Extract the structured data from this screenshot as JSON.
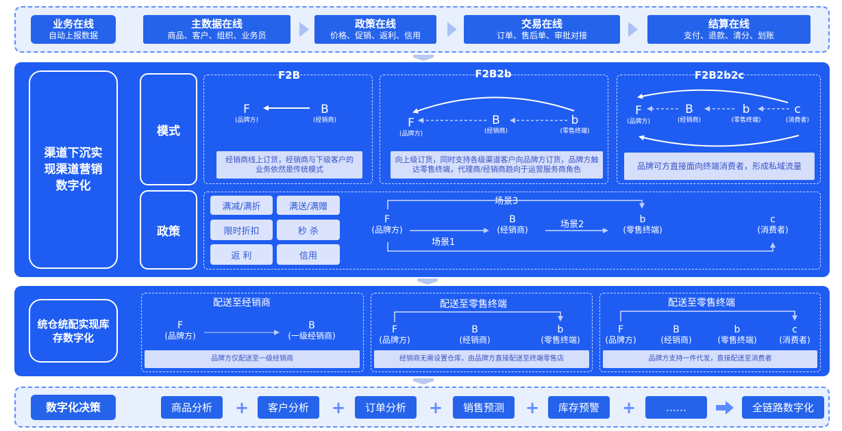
{
  "top": {
    "online": {
      "title": "业务在线",
      "sub": "自动上报数据"
    },
    "stages": [
      {
        "title": "主数据在线",
        "sub": "商品、客户、组织、业务员"
      },
      {
        "title": "政策在线",
        "sub": "价格、促销、返利、信用"
      },
      {
        "title": "交易在线",
        "sub": "订单、售后单、审批对接"
      },
      {
        "title": "结算在线",
        "sub": "支付、退款、清分、划账"
      }
    ]
  },
  "mid": {
    "title": "渠道下沉实现渠道营销数字化",
    "mode_label": "模式",
    "policy_label": "政策",
    "f2b": {
      "title": "F2B",
      "F": "F",
      "F_sub": "(品牌方)",
      "B": "B",
      "B_sub": "(经销商)",
      "note": "经销商线上订货，经销商与下级客户的业务依然是传统模式"
    },
    "f2b2b": {
      "title": "F2B2b",
      "F": "F",
      "F_sub": "(品牌方)",
      "B": "B",
      "B_sub": "(经销商)",
      "b": "b",
      "b_sub": "(零售终端)",
      "note": "向上级订货，同时支持各级渠道客户向品牌方订货，品牌方触达零售终端，代理商/经销商趋向于运营服务商角色"
    },
    "f2b2b2c": {
      "title": "F2B2b2c",
      "F": "F",
      "F_sub": "(品牌方)",
      "B": "B",
      "B_sub": "(经销商)",
      "b": "b",
      "b_sub": "(零售终端)",
      "c": "c",
      "c_sub": "(消费者)",
      "note": "品牌可方直接面向终端消费者，形成私域流量"
    },
    "policies": [
      "满减/满折",
      "满送/满赠",
      "限时折扣",
      "秒 杀",
      "返 利",
      "信用"
    ],
    "scenario": {
      "F": "F",
      "F_sub": "(品牌方)",
      "B": "B",
      "B_sub": "(经销商)",
      "b": "b",
      "b_sub": "(零售终端)",
      "c": "c",
      "c_sub": "(消费者)",
      "s1": "场景1",
      "s2": "场景2",
      "s3": "场景3"
    }
  },
  "warehouse": {
    "title": "统仓统配实现库存数字化",
    "boxes": [
      {
        "title": "配送至经销商",
        "F": "F",
        "F_sub": "(品牌方)",
        "B": "B",
        "B_sub": "(一级经销商)",
        "note": "品牌方仅配送至一级经销商"
      },
      {
        "title": "配送至零售终端",
        "F": "F",
        "F_sub": "(品牌方)",
        "B": "B",
        "B_sub": "(经销商)",
        "b": "b",
        "b_sub": "(零售终端)",
        "note": "经销商无需设置仓库，由品牌方直接配送至终端零售店"
      },
      {
        "title": "配送至零售终端",
        "F": "F",
        "F_sub": "(品牌方)",
        "B": "B",
        "B_sub": "(经销商)",
        "b": "b",
        "b_sub": "(零售终端)",
        "c": "c",
        "c_sub": "(消费者)",
        "note": "品牌方支持一件代发，直接配送至消费者"
      }
    ]
  },
  "bottom": {
    "title": "数字化决策",
    "items": [
      "商品分析",
      "客户分析",
      "订单分析",
      "销售预测",
      "库存预警",
      "……"
    ],
    "plus": "+",
    "result": "全链路数字化"
  },
  "colors": {
    "blue": "#1f5df2",
    "chip": "#2563eb",
    "light": "#e8effd",
    "note": "#d5defb"
  }
}
